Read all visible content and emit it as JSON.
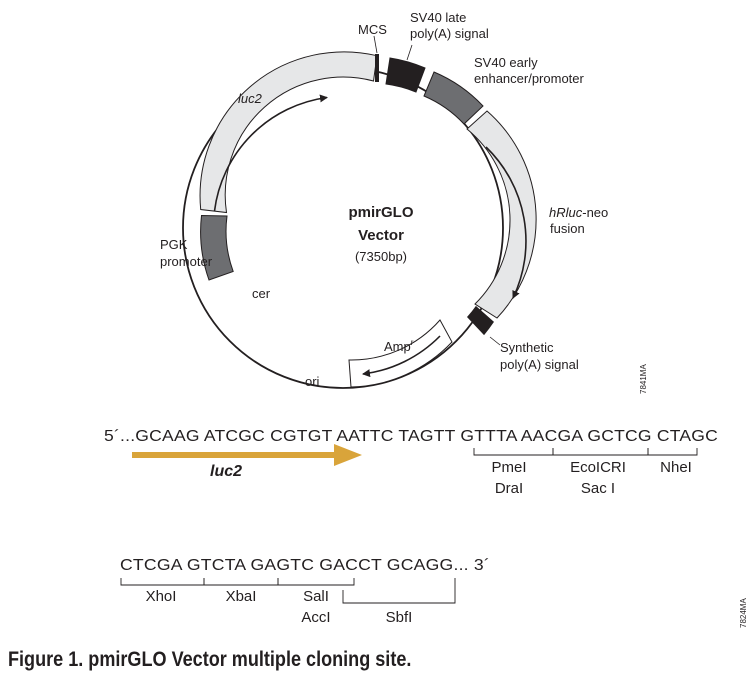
{
  "vector": {
    "name": "pmirGLO",
    "name_line2": "Vector",
    "size": "(7350bp)"
  },
  "map_labels": {
    "mcs": "MCS",
    "sv40_late_1": "SV40 late",
    "sv40_late_2": "poly(A) signal",
    "sv40_early_1": "SV40 early",
    "sv40_early_2": "enhancer/promoter",
    "hrluc_italic": "hRluc",
    "hrluc_rest": "-neo",
    "hrluc_2": "fusion",
    "synthetic_1": "Synthetic",
    "synthetic_2": "poly(A) signal",
    "amp": "Amp",
    "amp_sup": "r",
    "ori": "ori",
    "cer": "cer",
    "pgk_1": "PGK",
    "pgk_2": "promoter",
    "luc2": "luc2",
    "code_top": "7841MA",
    "code_bottom": "7824MA"
  },
  "sequence": {
    "line1": "5´...GCAAG ATCGC CGTGT AATTC TAGTT GTTTA AACGA GCTCG CTAGC",
    "line2": "CTCGA GTCTA GAGTC GACCT GCAGG... 3´",
    "arrow_label": "luc2",
    "sites_line1": [
      {
        "name": "PmeI",
        "alt": "DraI"
      },
      {
        "name": "EcoICRI",
        "alt": "Sac I"
      },
      {
        "name": "NheI",
        "alt": ""
      }
    ],
    "sites_line2": [
      {
        "name": "XhoI",
        "alt": ""
      },
      {
        "name": "XbaI",
        "alt": ""
      },
      {
        "name": "SalI",
        "alt": "AccI"
      },
      {
        "name": "SbfI",
        "alt": ""
      }
    ]
  },
  "colors": {
    "dark_gray": "#6d6e71",
    "light_gray": "#e6e7e8",
    "black": "#231f20",
    "arrow_gold": "#d9a43a"
  },
  "caption": "Figure 1. pmirGLO Vector multiple cloning site."
}
